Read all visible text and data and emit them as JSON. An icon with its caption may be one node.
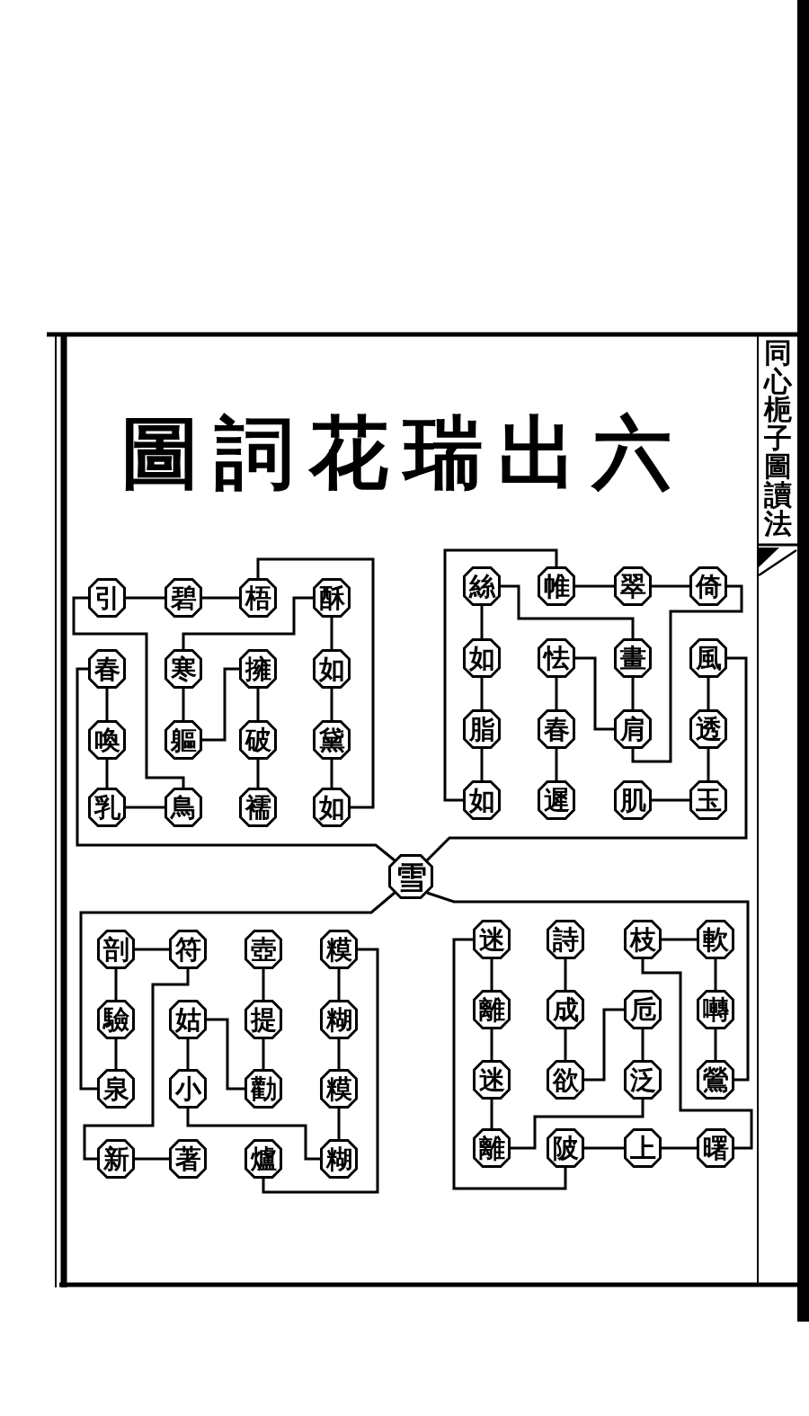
{
  "diagram": {
    "title": "圖詞花瑞出六",
    "nodes": [
      {
        "text": [
          "引"
        ]
      },
      {
        "text": [
          "碧"
        ]
      },
      {
        "text": [
          "梧"
        ]
      },
      {
        "text": [
          "酥"
        ]
      },
      {
        "text": [
          "春"
        ]
      },
      {
        "text": [
          "寒"
        ]
      },
      {
        "text": [
          "擁"
        ]
      },
      {
        "text": [
          "如"
        ]
      },
      {
        "text": [
          "喚"
        ]
      },
      {
        "text": [
          "軀"
        ]
      },
      {
        "text": [
          "破"
        ]
      },
      {
        "text": [
          "黛"
        ]
      },
      {
        "text": [
          "乳"
        ]
      },
      {
        "text": [
          "鳥"
        ]
      },
      {
        "text": [
          "襦"
        ]
      },
      {
        "text": [
          "如"
        ]
      },
      {
        "text": [
          "絲"
        ]
      },
      {
        "text": [
          "帷"
        ]
      },
      {
        "text": [
          "翠"
        ]
      },
      {
        "text": [
          "倚"
        ]
      },
      {
        "text": [
          "如"
        ]
      },
      {
        "text": [
          "怯"
        ]
      },
      {
        "text": [
          "畫"
        ]
      },
      {
        "text": [
          "風"
        ]
      },
      {
        "text": [
          "脂"
        ]
      },
      {
        "text": [
          "春"
        ]
      },
      {
        "text": [
          "肩"
        ]
      },
      {
        "text": [
          "透"
        ]
      },
      {
        "text": [
          "如"
        ]
      },
      {
        "text": [
          "遲"
        ]
      },
      {
        "text": [
          "肌"
        ]
      },
      {
        "text": [
          "玉"
        ]
      },
      {
        "text": [
          "雪"
        ]
      },
      {
        "text": [
          "剖"
        ]
      },
      {
        "text": [
          "符"
        ]
      },
      {
        "text": [
          "壺"
        ]
      },
      {
        "text": [
          "糢"
        ]
      },
      {
        "text": [
          "驗"
        ]
      },
      {
        "text": [
          "姑"
        ]
      },
      {
        "text": [
          "提"
        ]
      },
      {
        "text": [
          "糊"
        ]
      },
      {
        "text": [
          "泉"
        ]
      },
      {
        "text": [
          "小"
        ]
      },
      {
        "text": [
          "勸"
        ]
      },
      {
        "text": [
          "糢"
        ]
      },
      {
        "text": [
          "新"
        ]
      },
      {
        "text": [
          "著"
        ]
      },
      {
        "text": [
          "爐"
        ]
      },
      {
        "text": [
          "糊"
        ]
      },
      {
        "text": [
          "迷"
        ]
      },
      {
        "text": [
          "詩"
        ]
      },
      {
        "text": [
          "枝"
        ]
      },
      {
        "text": [
          "軟"
        ]
      },
      {
        "text": [
          "離"
        ]
      },
      {
        "text": [
          "成"
        ]
      },
      {
        "text": [
          "卮"
        ]
      },
      {
        "text": [
          "囀"
        ]
      },
      {
        "text": [
          "迷"
        ]
      },
      {
        "text": [
          "欲"
        ]
      },
      {
        "text": [
          "泛"
        ]
      },
      {
        "text": [
          "鶯"
        ]
      },
      {
        "text": [
          "離"
        ]
      },
      {
        "text": [
          "陂"
        ]
      },
      {
        "text": [
          "上"
        ]
      },
      {
        "text": [
          "曙"
        ]
      }
    ],
    "edges": [
      {
        "from": 0,
        "to": 1,
        "arrow": "none"
      },
      {
        "from": 1,
        "to": 2,
        "arrow": "none"
      },
      {
        "from": 2,
        "to": 15,
        "arrow": "none"
      },
      {
        "from": 3,
        "to": 5,
        "arrow": "none"
      },
      {
        "from": 3,
        "to": 7,
        "arrow": "none"
      },
      {
        "from": 7,
        "to": 11,
        "arrow": "none"
      },
      {
        "from": 11,
        "to": 15,
        "arrow": "none"
      },
      {
        "from": 0,
        "to": 13,
        "arrow": "none"
      },
      {
        "from": 4,
        "to": 8,
        "arrow": "none"
      },
      {
        "from": 8,
        "to": 12,
        "arrow": "none"
      },
      {
        "from": 12,
        "to": 13,
        "arrow": "none"
      },
      {
        "from": 5,
        "to": 9,
        "arrow": "none"
      },
      {
        "from": 9,
        "to": 6,
        "arrow": "none"
      },
      {
        "from": 6,
        "to": 10,
        "arrow": "none"
      },
      {
        "from": 10,
        "to": 14,
        "arrow": "none"
      },
      {
        "from": 32,
        "to": 4,
        "arrow": "none"
      },
      {
        "from": 17,
        "to": 28,
        "arrow": "none"
      },
      {
        "from": 17,
        "to": 18,
        "arrow": "none"
      },
      {
        "from": 18,
        "to": 19,
        "arrow": "none"
      },
      {
        "from": 19,
        "to": 26,
        "arrow": "none"
      },
      {
        "from": 16,
        "to": 22,
        "arrow": "none"
      },
      {
        "from": 22,
        "to": 26,
        "arrow": "none"
      },
      {
        "from": 16,
        "to": 20,
        "arrow": "none"
      },
      {
        "from": 20,
        "to": 24,
        "arrow": "none"
      },
      {
        "from": 24,
        "to": 28,
        "arrow": "none"
      },
      {
        "from": 21,
        "to": 26,
        "arrow": "none"
      },
      {
        "from": 21,
        "to": 25,
        "arrow": "none"
      },
      {
        "from": 25,
        "to": 29,
        "arrow": "none"
      },
      {
        "from": 23,
        "to": 27,
        "arrow": "none"
      },
      {
        "from": 27,
        "to": 31,
        "arrow": "none"
      },
      {
        "from": 30,
        "to": 31,
        "arrow": "none"
      },
      {
        "from": 32,
        "to": 23,
        "arrow": "none"
      },
      {
        "from": 33,
        "to": 34,
        "arrow": "none"
      },
      {
        "from": 33,
        "to": 37,
        "arrow": "none"
      },
      {
        "from": 37,
        "to": 41,
        "arrow": "none"
      },
      {
        "from": 32,
        "to": 41,
        "arrow": "none"
      },
      {
        "from": 34,
        "to": 45,
        "arrow": "none"
      },
      {
        "from": 45,
        "to": 46,
        "arrow": "none"
      },
      {
        "from": 35,
        "to": 39,
        "arrow": "none"
      },
      {
        "from": 39,
        "to": 43,
        "arrow": "none"
      },
      {
        "from": 38,
        "to": 43,
        "arrow": "none"
      },
      {
        "from": 38,
        "to": 42,
        "arrow": "none"
      },
      {
        "from": 42,
        "to": 48,
        "arrow": "none"
      },
      {
        "from": 36,
        "to": 40,
        "arrow": "none"
      },
      {
        "from": 40,
        "to": 44,
        "arrow": "none"
      },
      {
        "from": 44,
        "to": 48,
        "arrow": "none"
      },
      {
        "from": 36,
        "to": 47,
        "arrow": "none"
      },
      {
        "from": 49,
        "to": 62,
        "arrow": "none"
      },
      {
        "from": 49,
        "to": 53,
        "arrow": "none"
      },
      {
        "from": 53,
        "to": 57,
        "arrow": "none"
      },
      {
        "from": 57,
        "to": 61,
        "arrow": "none"
      },
      {
        "from": 61,
        "to": 59,
        "arrow": "none"
      },
      {
        "from": 50,
        "to": 54,
        "arrow": "none"
      },
      {
        "from": 54,
        "to": 58,
        "arrow": "none"
      },
      {
        "from": 58,
        "to": 55,
        "arrow": "none"
      },
      {
        "from": 55,
        "to": 59,
        "arrow": "none"
      },
      {
        "from": 51,
        "to": 52,
        "arrow": "none"
      },
      {
        "from": 51,
        "to": 64,
        "arrow": "none"
      },
      {
        "from": 52,
        "to": 56,
        "arrow": "none"
      },
      {
        "from": 56,
        "to": 60,
        "arrow": "none"
      },
      {
        "from": 32,
        "to": 60,
        "arrow": "none"
      },
      {
        "from": 62,
        "to": 63,
        "arrow": "none"
      },
      {
        "from": 63,
        "to": 64,
        "arrow": "none"
      }
    ],
    "labels": [
      "同心梔子圖讀法"
    ]
  }
}
